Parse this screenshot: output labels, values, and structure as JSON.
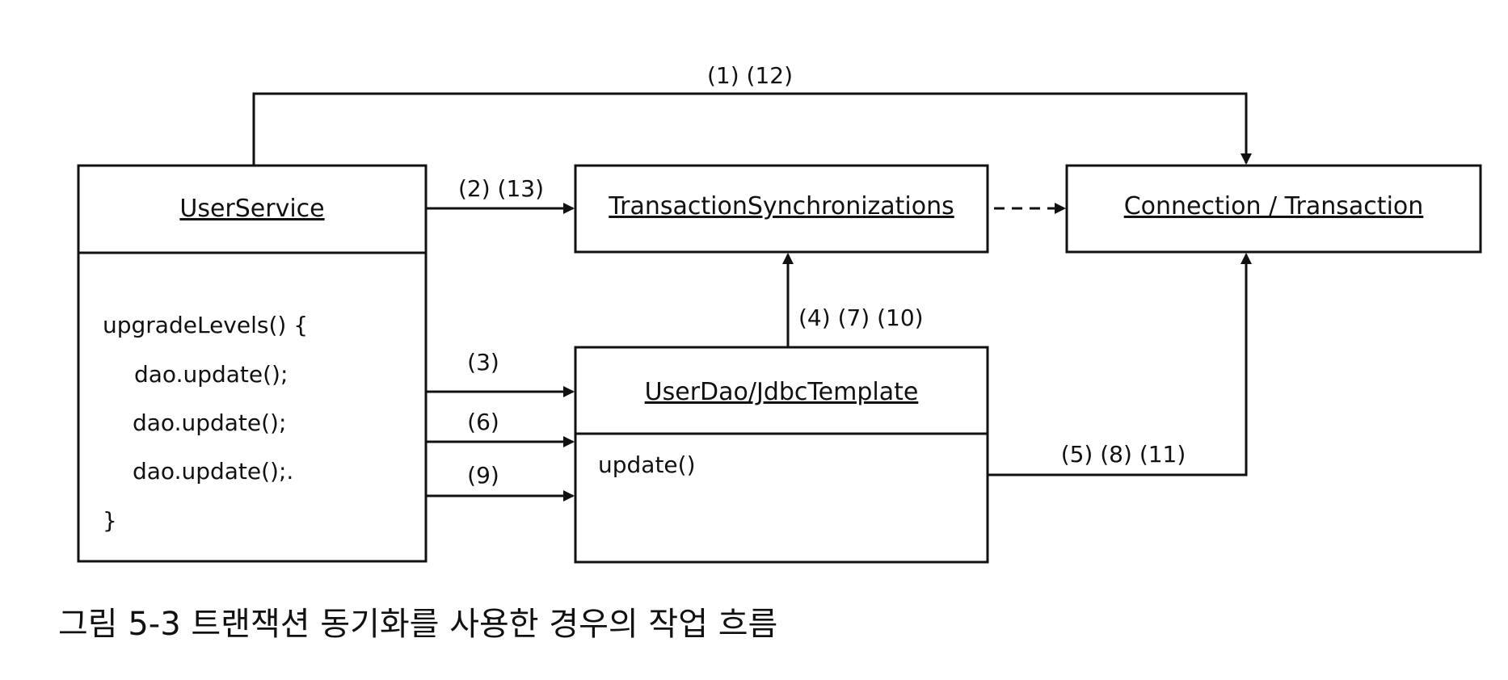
{
  "boxes": {
    "user_service": {
      "title": "UserService",
      "code_lines": [
        "upgradeLevels() {",
        "dao.update();",
        "dao.update();",
        "dao.update();.",
        "}"
      ]
    },
    "transaction_sync": {
      "title": "TransactionSynchronizations"
    },
    "connection": {
      "title": "Connection / Transaction"
    },
    "user_dao": {
      "title": "UserDao/JdbcTemplate",
      "method": "update()"
    }
  },
  "arrows": {
    "service_to_connection": "(1) (12)",
    "service_to_sync": "(2) (13)",
    "dao_to_sync": "(4) (7) (10)",
    "call_3": "(3)",
    "call_6": "(6)",
    "call_9": "(9)",
    "dao_to_connection": "(5) (8) (11)"
  },
  "caption": "그림 5-3 트랜잭션 동기화를 사용한 경우의 작업 흐름"
}
